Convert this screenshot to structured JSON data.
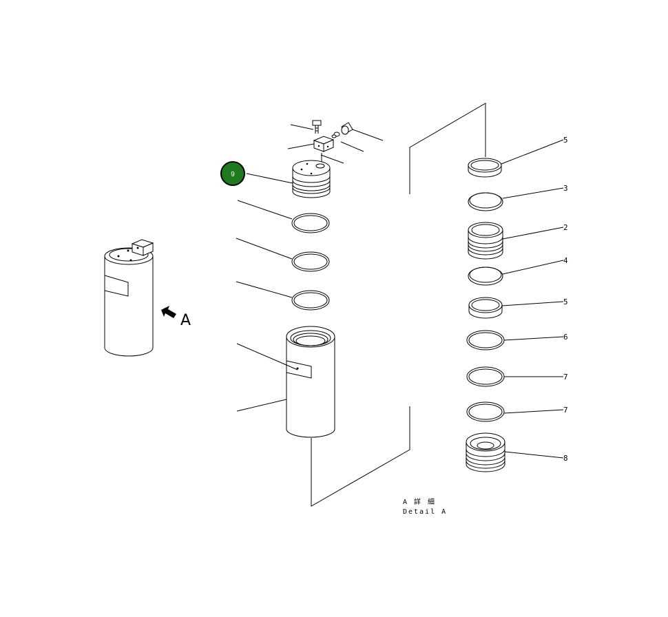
{
  "diagram": {
    "view_letter": "A",
    "caption_line1": "A 詳 細",
    "caption_line2": "Detail A",
    "callout": {
      "label": "9",
      "fill": "#1f7a1f"
    },
    "right_labels": [
      "5",
      "3",
      "2",
      "4",
      "5",
      "6",
      "7",
      "7",
      "8"
    ]
  }
}
